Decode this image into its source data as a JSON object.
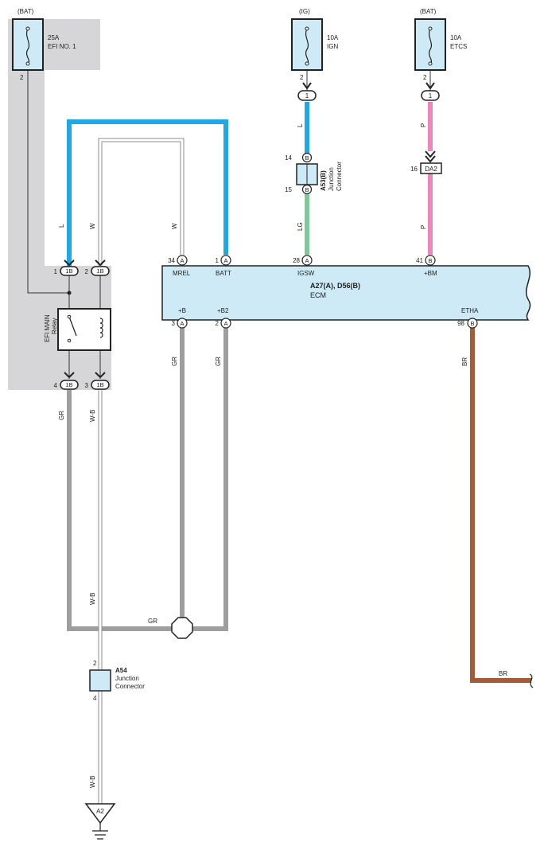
{
  "fuses": {
    "efi_no1": {
      "source": "(BAT)",
      "rating": "25A",
      "name": "EFI NO. 1",
      "pin": "2"
    },
    "ign": {
      "source": "(IG)",
      "rating": "10A",
      "name": "IGN",
      "pin": "2",
      "connector": "1"
    },
    "etcs": {
      "source": "(BAT)",
      "rating": "10A",
      "name": "ETCS",
      "pin": "2",
      "connector": "1"
    }
  },
  "wire_colors": {
    "L": "#1ea8e6",
    "LG": "#7cc99a",
    "P": "#ee86bd",
    "GR": "#9e9ea0",
    "BR": "#a65a35",
    "W": "#ffffff",
    "W-B": "#ffffff"
  },
  "wire_labels": {
    "ign_l": "L",
    "ign_lg": "LG",
    "etcs_p1": "P",
    "etcs_p2": "P",
    "relay_l": "L",
    "relay_w": "W",
    "mrel_w": "W",
    "gr_left": "GR",
    "wb_left": "W-B",
    "wb_mid": "W-B",
    "wb_low": "W-B",
    "gr_b": "GR",
    "gr_b2": "GR",
    "gr_bottom": "GR",
    "br_vert": "BR",
    "br_horiz": "BR"
  },
  "junction_a53": {
    "id": "A53(B)",
    "name1": "Junction",
    "name2": "Connector",
    "pin_top": "14",
    "pin_bottom": "15",
    "pin_code": "B"
  },
  "connector_da2": {
    "pin": "16",
    "code": "DA2"
  },
  "relay": {
    "name1": "EFI MAIN",
    "name2": "Relay",
    "pins": [
      {
        "num": "1",
        "code": "1B"
      },
      {
        "num": "2",
        "code": "1B"
      },
      {
        "num": "4",
        "code": "1B"
      },
      {
        "num": "3",
        "code": "1B"
      }
    ]
  },
  "ecm": {
    "id": "A27(A), D56(B)",
    "name": "ECM",
    "top_pins": [
      {
        "num": "34",
        "code": "A",
        "term": "MREL"
      },
      {
        "num": "1",
        "code": "A",
        "term": "BATT"
      },
      {
        "num": "28",
        "code": "A",
        "term": "IGSW"
      },
      {
        "num": "41",
        "code": "B",
        "term": "+BM"
      }
    ],
    "bottom_pins": [
      {
        "num": "3",
        "code": "A",
        "term": "+B"
      },
      {
        "num": "2",
        "code": "A",
        "term": "+B2"
      },
      {
        "num": "98",
        "code": "B",
        "term": "ETHA"
      }
    ]
  },
  "junction_a54": {
    "id": "A54",
    "name1": "Junction",
    "name2": "Connector",
    "pin_top": "2",
    "pin_bottom": "4"
  },
  "ground": {
    "code": "A2"
  }
}
